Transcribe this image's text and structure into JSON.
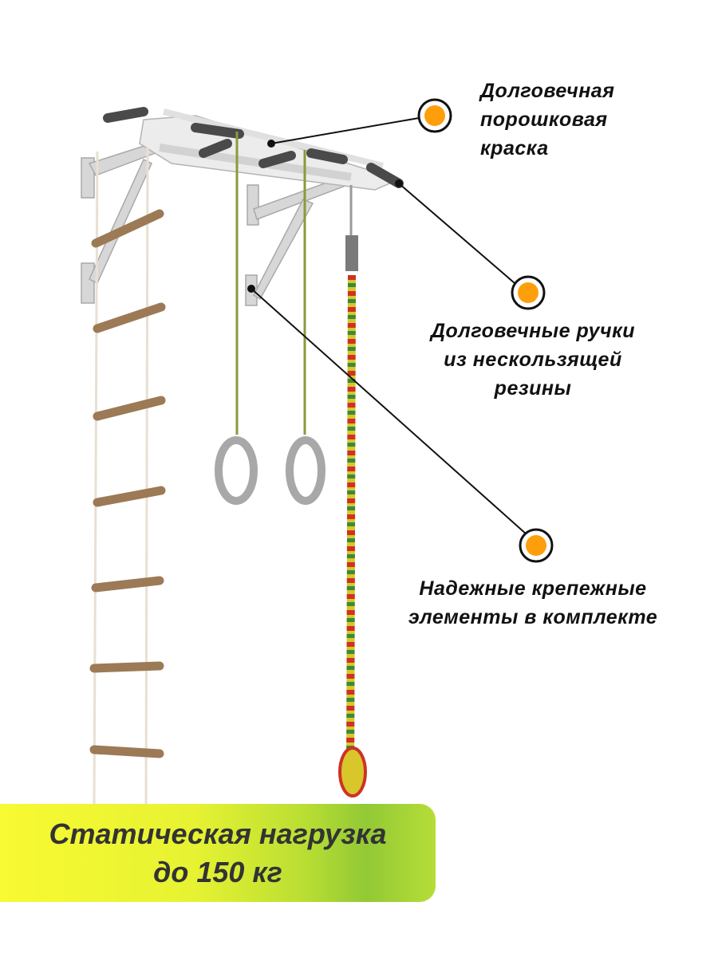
{
  "callouts": [
    {
      "lines": [
        "Долговечная",
        "порошковая",
        "краска"
      ]
    },
    {
      "lines": [
        "Долговечные ручки",
        "из нескользящей",
        "резины"
      ]
    },
    {
      "lines": [
        "Надежные крепежные",
        "элементы в комплекте"
      ]
    }
  ],
  "banner": {
    "lines": [
      "Статическая нагрузка",
      "до 150 кг"
    ]
  },
  "colors": {
    "marker": "#ff9e0b",
    "banner_start": "#f8fa32",
    "banner_end": "#92c935",
    "text": "#111111"
  }
}
